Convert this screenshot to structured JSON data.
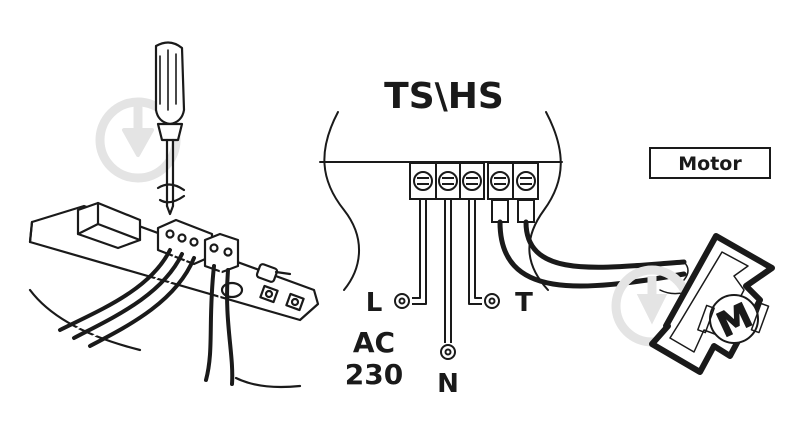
{
  "diagram": {
    "title": "TS\\HS",
    "motor_label": "Motor",
    "terminal_L": "L",
    "terminal_T": "T",
    "terminal_N": "N",
    "supply_line1": "AC",
    "supply_line2": "230",
    "motor_symbol": "M"
  },
  "colors": {
    "ink": "#1a1a1a",
    "watermark": "#e6e6e6",
    "paper": "#ffffff"
  },
  "icons": [
    "screwdriver-icon",
    "download-watermark-icon",
    "motor-icon"
  ]
}
